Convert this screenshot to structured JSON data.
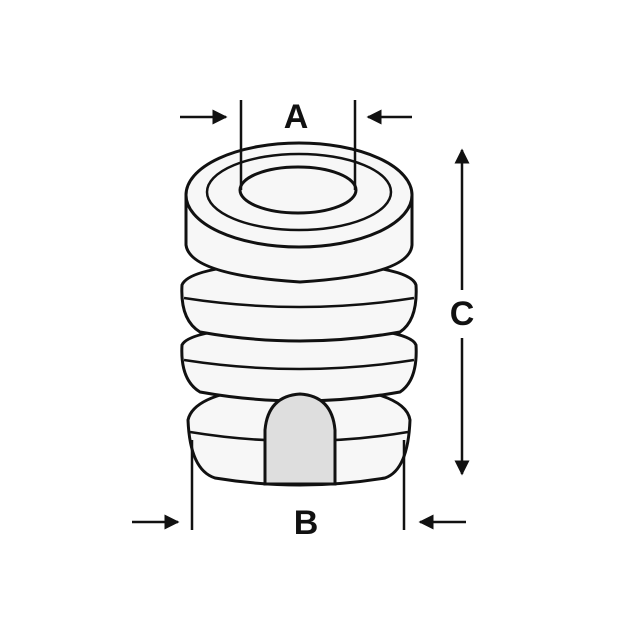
{
  "labels": {
    "a": "A",
    "b": "B",
    "c": "C"
  },
  "colors": {
    "stroke": "#111111",
    "body": "#f7f7f7",
    "shade": "#dedede"
  }
}
